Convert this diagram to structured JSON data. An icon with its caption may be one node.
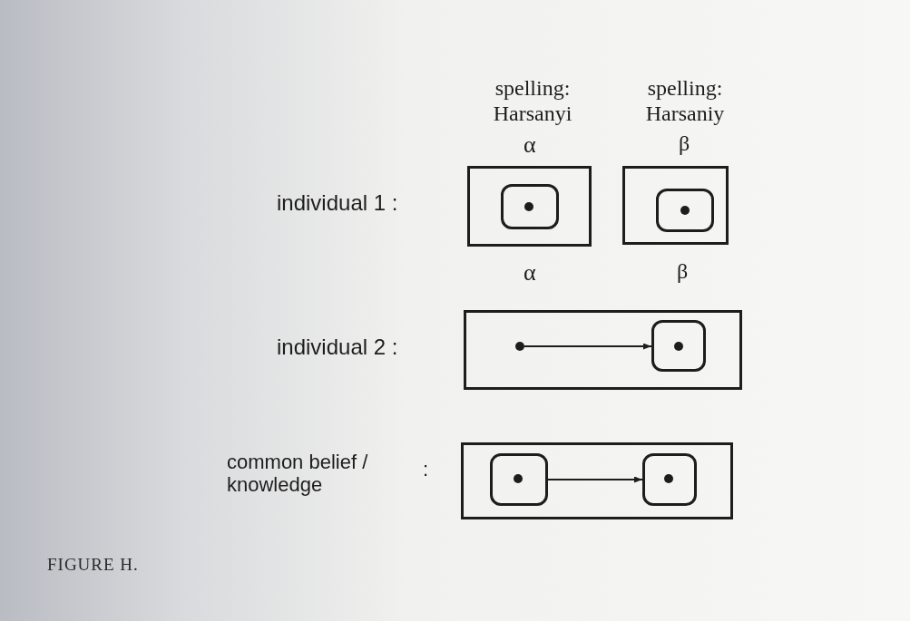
{
  "diagram": {
    "caption": "FIGURE H.",
    "nodes": [
      {
        "text": [],
        "shape": "box"
      },
      {
        "text": [],
        "shape": "box",
        "in": 0
      },
      {
        "text": [],
        "shape": "circle",
        "in": 1
      },
      {
        "text": [],
        "shape": "box"
      },
      {
        "text": [],
        "shape": "box",
        "in": 3
      },
      {
        "text": [],
        "shape": "circle",
        "in": 4
      },
      {
        "text": [],
        "shape": "box"
      },
      {
        "text": [],
        "shape": "circle",
        "in": 6
      },
      {
        "text": [],
        "shape": "box",
        "in": 6
      },
      {
        "text": [],
        "shape": "circle",
        "in": 8
      },
      {
        "text": [],
        "shape": "box"
      },
      {
        "text": [],
        "shape": "box",
        "in": 10
      },
      {
        "text": [],
        "shape": "circle",
        "in": 11
      },
      {
        "text": [],
        "shape": "box",
        "in": 10
      },
      {
        "text": [],
        "shape": "circle",
        "in": 13
      }
    ],
    "edges": [
      {
        "from": 7,
        "to": 8,
        "arrow": "to"
      },
      {
        "from": 11,
        "to": 13,
        "arrow": "to"
      }
    ],
    "labels": [
      "spelling: Harsanyi",
      "spelling: Harsaniy",
      "α",
      "β",
      "individual 1 :",
      "α",
      "β",
      "individual 2 :",
      "common belief / knowledge",
      ":"
    ]
  }
}
